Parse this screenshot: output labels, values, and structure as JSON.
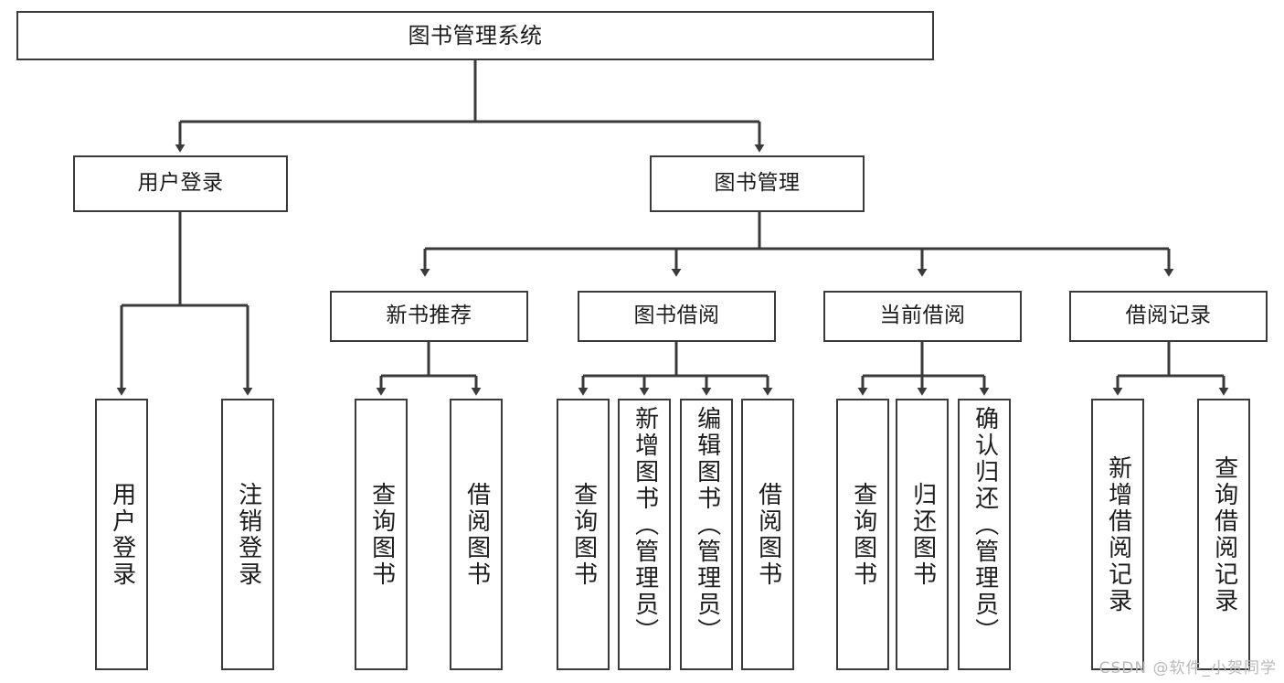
{
  "diagram": {
    "title": "图书管理系统",
    "type": "tree-hierarchy-diagram",
    "watermark": "CSDN @软件_小贺同学",
    "colors": {
      "background": "#ffffff",
      "box_border": "#3a3a3a",
      "box_fill": "#ffffff",
      "edge": "#3a3a3a",
      "text": "#1c1c1c",
      "watermark": "#b9b9b9"
    }
  },
  "nodes": {
    "root": {
      "label": "图书管理系统"
    },
    "level2": [
      {
        "label": "用户登录"
      },
      {
        "label": "图书管理"
      }
    ],
    "level3": [
      {
        "label": "新书推荐"
      },
      {
        "label": "图书借阅"
      },
      {
        "label": "当前借阅"
      },
      {
        "label": "借阅记录"
      }
    ],
    "leaves": {
      "user_login": [
        {
          "label": "用户登录"
        },
        {
          "label": "注销登录"
        }
      ],
      "new_book_recommend": [
        {
          "label": "查询图书"
        },
        {
          "label": "借阅图书"
        }
      ],
      "book_borrow": [
        {
          "label": "查询图书"
        },
        {
          "label": "新增图书（管理员）"
        },
        {
          "label": "编辑图书（管理员）"
        },
        {
          "label": "借阅图书"
        }
      ],
      "current_borrow": [
        {
          "label": "查询图书"
        },
        {
          "label": "归还图书"
        },
        {
          "label": "确认归还（管理员）"
        }
      ],
      "borrow_record": [
        {
          "label": "新增借阅记录"
        },
        {
          "label": "查询借阅记录"
        }
      ]
    }
  }
}
